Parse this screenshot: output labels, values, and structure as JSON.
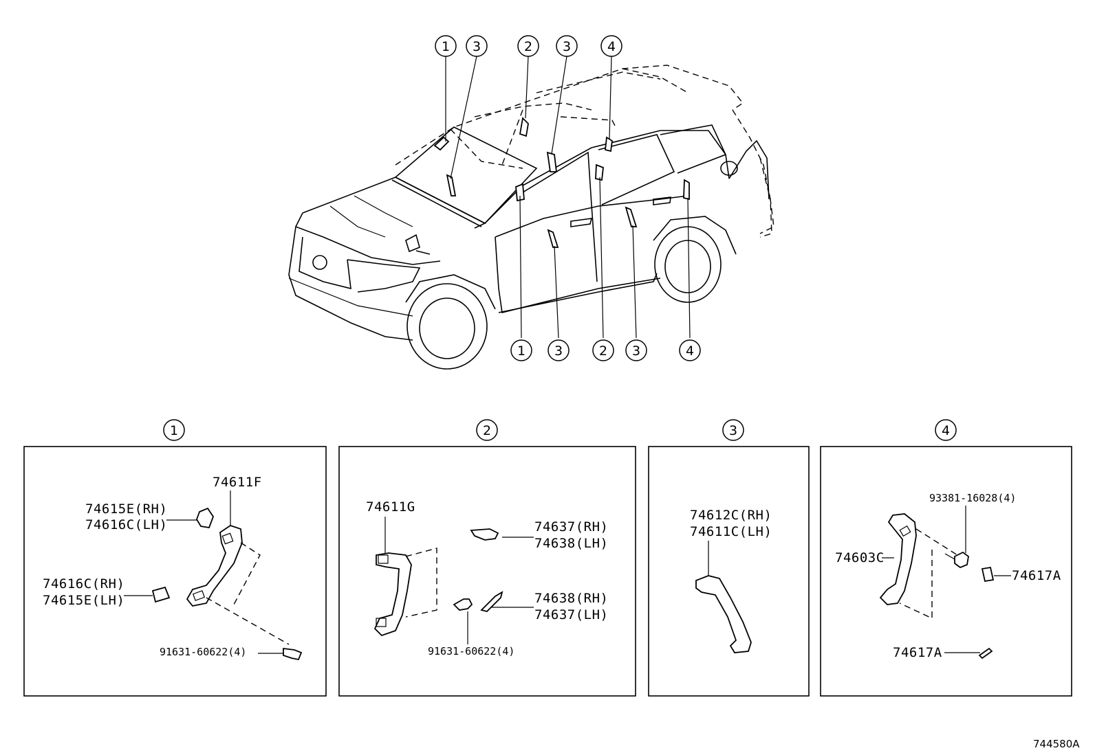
{
  "callouts": {
    "top": [
      "1",
      "3",
      "2",
      "3",
      "4"
    ],
    "bottom": [
      "1",
      "3",
      "2",
      "3",
      "4"
    ]
  },
  "panels": [
    {
      "id": "1",
      "labels": {
        "main_part": "74611F",
        "cap_upper_rh": "74615E(RH)",
        "cap_upper_lh": "74616C(LH)",
        "cap_lower_rh": "74616C(RH)",
        "cap_lower_lh": "74615E(LH)",
        "bolt": "91631-60622(4)"
      }
    },
    {
      "id": "2",
      "labels": {
        "main_part": "74611G",
        "cover_upper_rh": "74637(RH)",
        "cover_upper_lh": "74638(LH)",
        "cover_lower_rh": "74638(RH)",
        "cover_lower_lh": "74637(LH)",
        "bolt": "91631-60622(4)"
      }
    },
    {
      "id": "3",
      "labels": {
        "grip_rh": "74612C(RH)",
        "grip_lh": "74611C(LH)"
      }
    },
    {
      "id": "4",
      "labels": {
        "screw": "93381-16028(4)",
        "main_part": "74603C",
        "cap_right": "74617A",
        "cap_bottom": "74617A"
      }
    }
  ],
  "illustration_ref": "744580A"
}
